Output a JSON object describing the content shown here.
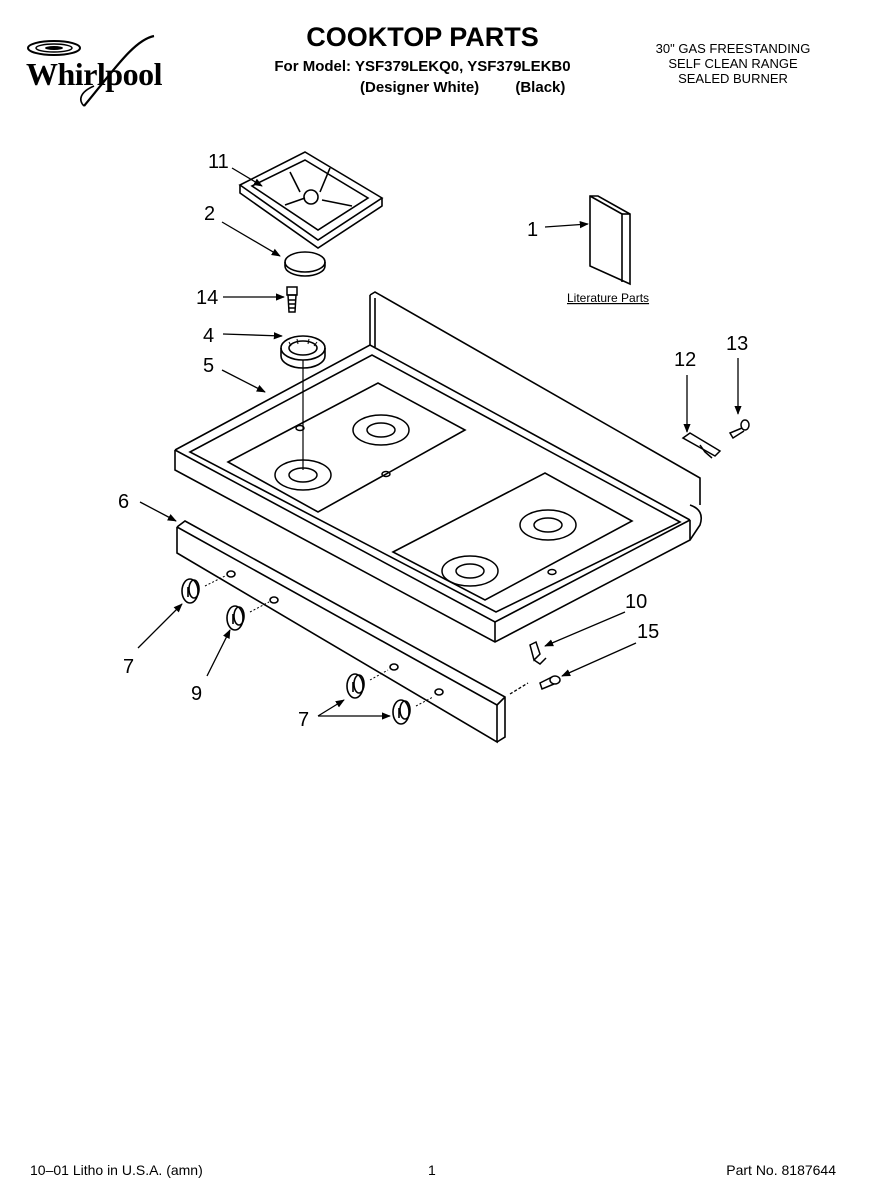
{
  "header": {
    "brand": "Whirlpool",
    "title": "COOKTOP PARTS",
    "models": "For Model: YSF379LEKQ0, YSF379LEKB0",
    "variant_white": "(Designer White)",
    "variant_black": "(Black)",
    "range_info": [
      "30\" GAS FREESTANDING",
      "SELF CLEAN RANGE",
      "SEALED BURNER"
    ]
  },
  "diagram": {
    "callouts": {
      "c1": "1",
      "c2": "2",
      "c4": "4",
      "c5": "5",
      "c6": "6",
      "c7a": "7",
      "c7b": "7",
      "c9": "9",
      "c10": "10",
      "c11": "11",
      "c12": "12",
      "c13": "13",
      "c14": "14",
      "c15": "15"
    },
    "literature_label": "Literature Parts"
  },
  "footer": {
    "litho": "10–01 Litho in U.S.A. (amn)",
    "page": "1",
    "part_no": "Part No. 8187644"
  }
}
